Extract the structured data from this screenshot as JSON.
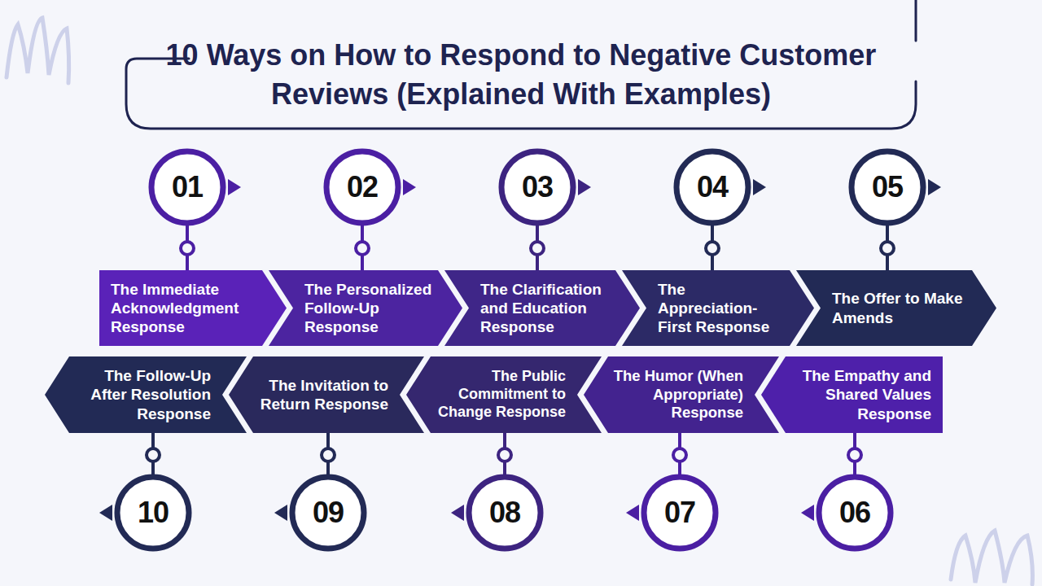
{
  "diagram": {
    "title": "10 Ways on How to Respond to Negative Customer Reviews (Explained With Examples)",
    "nodes": [
      {
        "text": [
          "01"
        ]
      },
      {
        "text": [
          "The Immediate Acknowledgment Response"
        ]
      },
      {
        "text": [
          "02"
        ]
      },
      {
        "text": [
          "The Personalized Follow-Up Response"
        ]
      },
      {
        "text": [
          "03"
        ]
      },
      {
        "text": [
          "The Clarification and Education Response"
        ]
      },
      {
        "text": [
          "04"
        ]
      },
      {
        "text": [
          "The Appreciation-First Response"
        ]
      },
      {
        "text": [
          "05"
        ]
      },
      {
        "text": [
          "The Offer to Make Amends"
        ]
      },
      {
        "text": [
          "06"
        ]
      },
      {
        "text": [
          "The Empathy and Shared Values Response"
        ]
      },
      {
        "text": [
          "07"
        ]
      },
      {
        "text": [
          "The Humor (When Appropriate) Response"
        ]
      },
      {
        "text": [
          "08"
        ]
      },
      {
        "text": [
          "The Public Commitment to Change Response"
        ]
      },
      {
        "text": [
          "09"
        ]
      },
      {
        "text": [
          "The Invitation to Return Response"
        ]
      },
      {
        "text": [
          "10"
        ]
      },
      {
        "text": [
          "The Follow-Up After Resolution Response"
        ]
      }
    ],
    "edges": [
      {
        "from": 0,
        "to": 1,
        "arrow": "none"
      },
      {
        "from": 2,
        "to": 3,
        "arrow": "none"
      },
      {
        "from": 4,
        "to": 5,
        "arrow": "none"
      },
      {
        "from": 6,
        "to": 7,
        "arrow": "none"
      },
      {
        "from": 8,
        "to": 9,
        "arrow": "none"
      },
      {
        "from": 10,
        "to": 11,
        "arrow": "none"
      },
      {
        "from": 12,
        "to": 13,
        "arrow": "none"
      },
      {
        "from": 14,
        "to": 15,
        "arrow": "none"
      },
      {
        "from": 16,
        "to": 17,
        "arrow": "none"
      },
      {
        "from": 18,
        "to": 19,
        "arrow": "none"
      }
    ]
  }
}
